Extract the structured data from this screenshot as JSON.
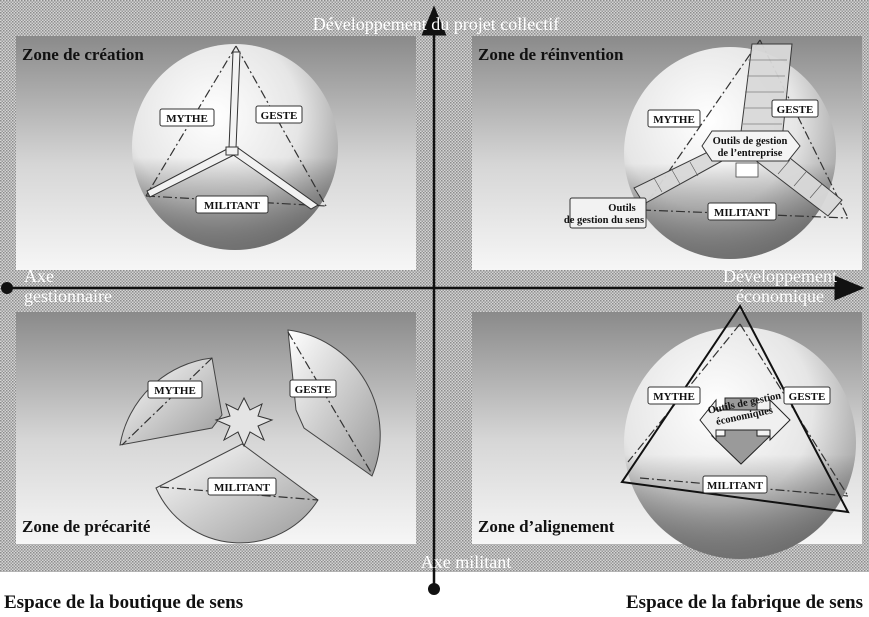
{
  "axes": {
    "top": "Développement du projet collectif",
    "bottom": "Axe militant",
    "left": "Axe gestionnaire",
    "right": "Développement économique"
  },
  "quadrants": {
    "top_left": {
      "title": "Zone de création"
    },
    "top_right": {
      "title": "Zone de réinvention"
    },
    "bottom_left": {
      "title": "Zone de précarité"
    },
    "bottom_right": {
      "title": "Zone d’alignement"
    }
  },
  "circle_labels": {
    "mythe": "MYTHE",
    "geste": "GESTE",
    "militant": "MILITANT"
  },
  "tools": {
    "gestion_entreprise": [
      "Outils de gestion",
      "de l’entreprise"
    ],
    "gestion_sens": [
      "Outils",
      "de gestion du sens"
    ],
    "gestion_economiques": [
      "Outils de gestion",
      "économiques"
    ]
  },
  "captions": {
    "left": "Espace de la boutique de sens",
    "right": "Espace de la fabrique de sens"
  },
  "colors": {
    "background_pattern": "#b5b5b5",
    "panel_dark": "#8a8a8a",
    "panel_light": "#f4f4f4",
    "axis": "#111111"
  }
}
